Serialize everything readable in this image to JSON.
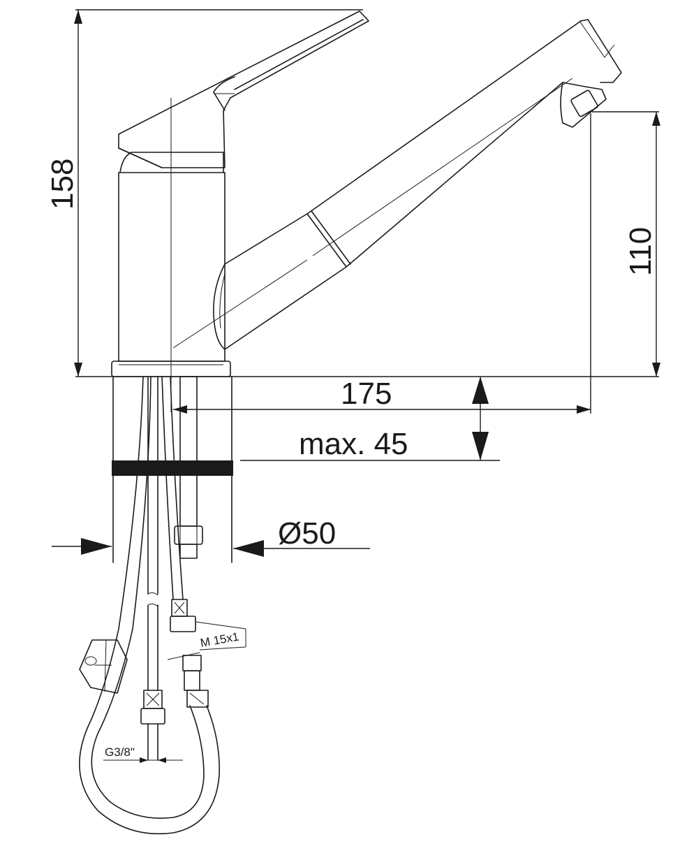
{
  "dimensions": {
    "height_total": "158",
    "spout_height": "110",
    "reach": "175",
    "max_thickness": "max. 45",
    "diameter": "Ø50"
  },
  "connections": {
    "hose_thread": "M 15x1",
    "supply_thread": "G3/8\""
  }
}
